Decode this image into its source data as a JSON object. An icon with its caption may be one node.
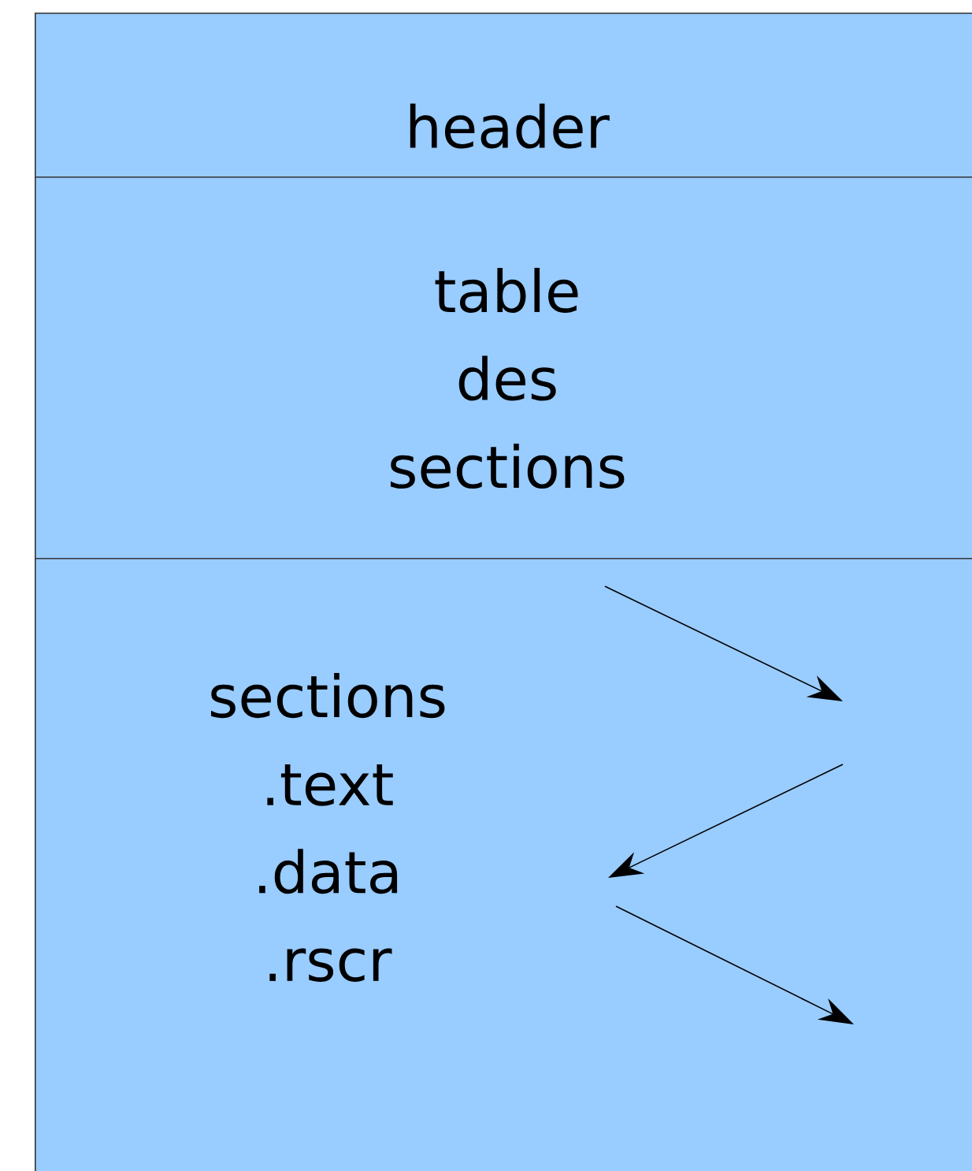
{
  "diagram": {
    "nodes": [
      {
        "text": [
          "header"
        ]
      },
      {
        "text": [
          "table des sections"
        ]
      },
      {
        "text": [
          "sections .text .data .rscr"
        ]
      }
    ]
  }
}
